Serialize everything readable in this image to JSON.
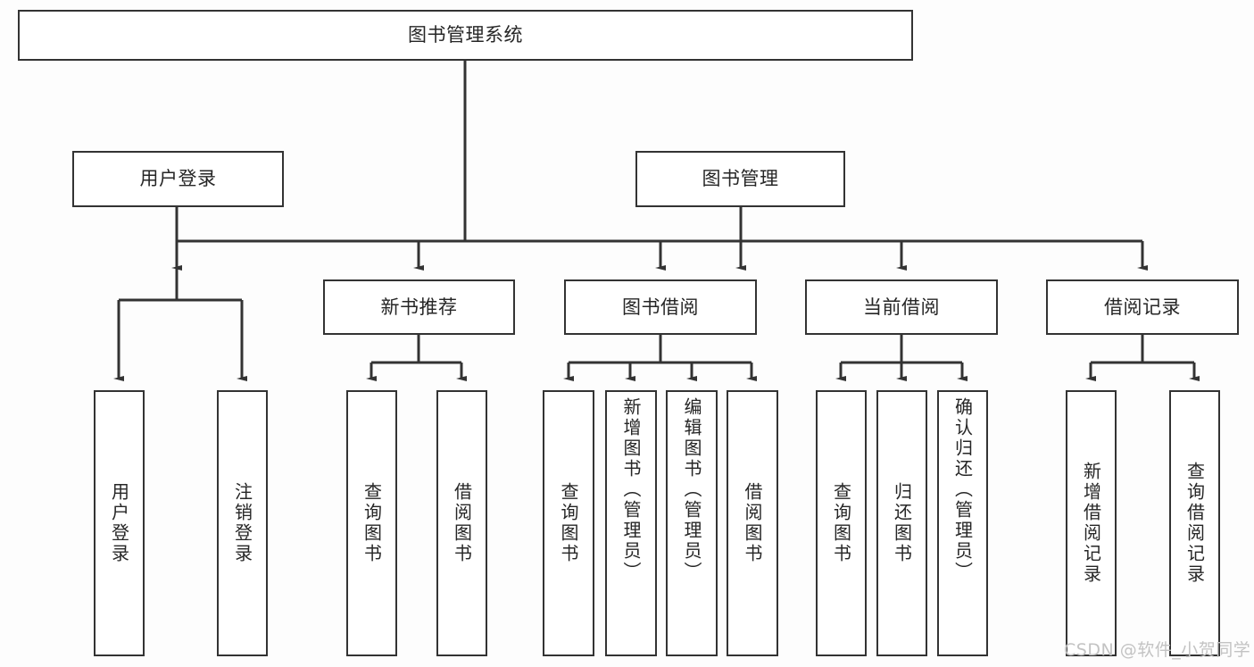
{
  "diagram": {
    "title_node": {
      "label": "图书管理系统"
    },
    "level1": [
      {
        "label": "用户登录"
      },
      {
        "label": "图书管理"
      }
    ],
    "level2": [
      {
        "label": "新书推荐"
      },
      {
        "label": "图书借阅"
      },
      {
        "label": "当前借阅"
      },
      {
        "label": "借阅记录"
      }
    ],
    "leaves": {
      "user_login": [
        {
          "label": "用户登录"
        },
        {
          "label": "注销登录"
        }
      ],
      "new_book_recommend": [
        {
          "label": "查询图书"
        },
        {
          "label": "借阅图书"
        }
      ],
      "book_borrow": [
        {
          "label": "查询图书"
        },
        {
          "label": "新增图书（管理员）"
        },
        {
          "label": "编辑图书（管理员）"
        },
        {
          "label": "借阅图书"
        }
      ],
      "current_borrow": [
        {
          "label": "查询图书"
        },
        {
          "label": "归还图书"
        },
        {
          "label": "确认归还（管理员）"
        }
      ],
      "borrow_record": [
        {
          "label": "新增借阅记录"
        },
        {
          "label": "查询借阅记录"
        }
      ]
    }
  },
  "watermark": {
    "text": "CSDN @软件_小贺同学"
  },
  "colors": {
    "border": "#333333",
    "text": "#262626",
    "background": "#fdfdfd",
    "watermark": "#c3c3c3"
  }
}
